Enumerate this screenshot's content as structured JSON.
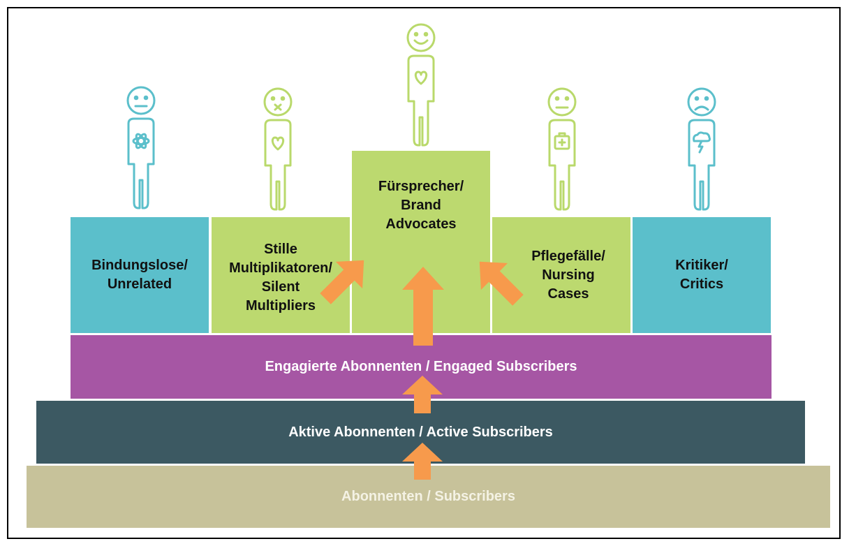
{
  "tiers": {
    "base": {
      "label": "Abonnenten / Subscribers",
      "color": "#c7c29a",
      "text_color": "#f4f2e4"
    },
    "active": {
      "label": "Aktive Abonnenten / Active Subscribers",
      "color": "#3c5962"
    },
    "engaged": {
      "label": "Engagierte Abonnenten / Engaged Subscribers",
      "color": "#a656a4"
    }
  },
  "segments": {
    "unrelated": {
      "label": "Bindungslose/\nUnrelated",
      "color": "#5bbfcb",
      "icon": "atom-icon",
      "face": "neutral"
    },
    "silent": {
      "label": "Stille\nMultiplikatoren/\nSilent\nMultipliers",
      "color": "#bcd96f",
      "icon": "heart-icon",
      "face": "zipped"
    },
    "advocates": {
      "label": "Fürsprecher/\nBrand\nAdvocates",
      "color": "#bcd96f",
      "icon": "heart-icon",
      "face": "smile"
    },
    "nursing": {
      "label": "Pflegefälle/\nNursing\nCases",
      "color": "#bcd96f",
      "icon": "first-aid-kit-icon",
      "face": "neutral"
    },
    "critics": {
      "label": "Kritiker/\nCritics",
      "color": "#5bbfcb",
      "icon": "storm-cloud-icon",
      "face": "sad"
    }
  },
  "colors": {
    "arrow": "#f79a4c",
    "figure_teal": "#5bbfcb",
    "figure_green": "#b9d96b"
  }
}
